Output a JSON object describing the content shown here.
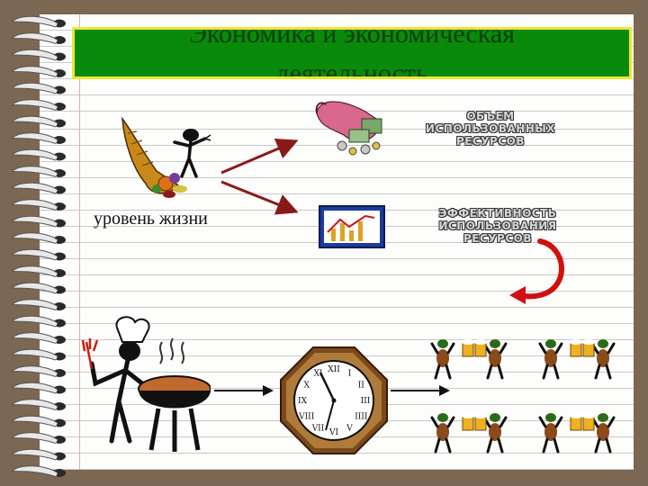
{
  "slide": {
    "title_line1": "Экономика и экономическая",
    "title_line2": "деятельность",
    "living_standard": "уровень жизни",
    "resources_used_line1": "ОБЪЕМ",
    "resources_used_line2": "ИСПОЛЬЗОВАННЫХ",
    "resources_used_line3": "РЕСУРСОВ",
    "efficiency_line1": "ЭФФЕКТИВНОСТЬ",
    "efficiency_line2": "ИСПОЛЬЗОВАНИЯ",
    "efficiency_line3": "РЕСУРСОВ"
  },
  "icons": [
    "cornucopia-icon",
    "dancing-figure-icon",
    "chart-icon",
    "clock-icon",
    "grill-icon",
    "chef-figure-icon",
    "celebrating-people-icon"
  ],
  "colors": {
    "title_bg": "#0a8a0a",
    "title_border": "#f2e62c",
    "arrow_dark_red": "#8a1a1a",
    "arrow_red": "#d01010"
  }
}
